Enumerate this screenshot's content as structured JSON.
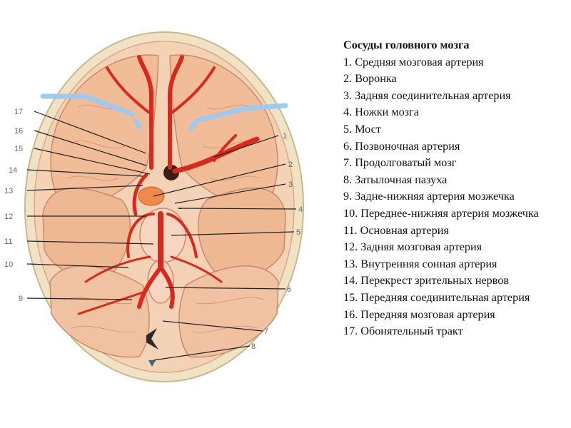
{
  "legend": {
    "title": "Сосуды головного мозга",
    "items": [
      "1. Средняя мозговая артерия",
      "2. Воронка",
      "3. Задняя соединительная артерия",
      "4. Ножки мозга",
      "5. Мост",
      "6. Позвоночная артерия",
      "7. Продолговатый мозг",
      "8. Затылочная пазуха",
      "9. Задне-нижняя артерия мозжечка",
      "10. Переднее-нижняя артерия мозжечка",
      "11. Основная артерия",
      "12. Задняя мозговая артерия",
      "13. Внутренняя сонная артерия",
      "14. Перекрест зрительных нервов",
      "15. Передняя соединительная артерия",
      "16. Передняя мозговая артерия",
      "17. Обонятельный тракт"
    ]
  },
  "callouts": {
    "left": [
      "17",
      "16",
      "15",
      "14",
      "13",
      "12",
      "11",
      "10",
      "9"
    ],
    "right": [
      "1",
      "2",
      "3",
      "4",
      "5",
      "6",
      "7",
      "8"
    ]
  },
  "colors": {
    "skull": "#efe3c4",
    "brain": "#f2c6a4",
    "artery": "#d9291d",
    "nerve": "#9fc9ee",
    "leader_line": "#222222"
  }
}
